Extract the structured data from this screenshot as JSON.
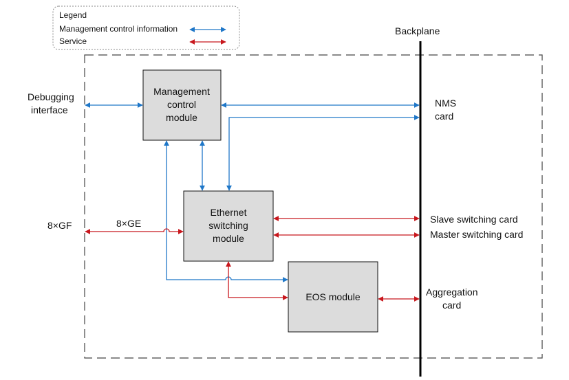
{
  "legend": {
    "title": "Legend",
    "management_label": "Management control information",
    "service_label": "Service"
  },
  "backplane_label": "Backplane",
  "modules": {
    "management": [
      "Management",
      "control",
      "module"
    ],
    "ethernet": [
      "Ethernet",
      "switching",
      "module"
    ],
    "eos": "EOS module"
  },
  "left_labels": {
    "debugging": [
      "Debugging",
      "interface"
    ],
    "gf": "8×GF",
    "ge": "8×GE"
  },
  "right_labels": {
    "nms": [
      "NMS",
      "card"
    ],
    "slave": "Slave switching card",
    "master": "Master switching card",
    "aggregation": [
      "Aggregation",
      "card"
    ]
  },
  "colors": {
    "management": "#1f77c8",
    "service": "#c8171d",
    "module_fill": "#dcdcdc"
  }
}
